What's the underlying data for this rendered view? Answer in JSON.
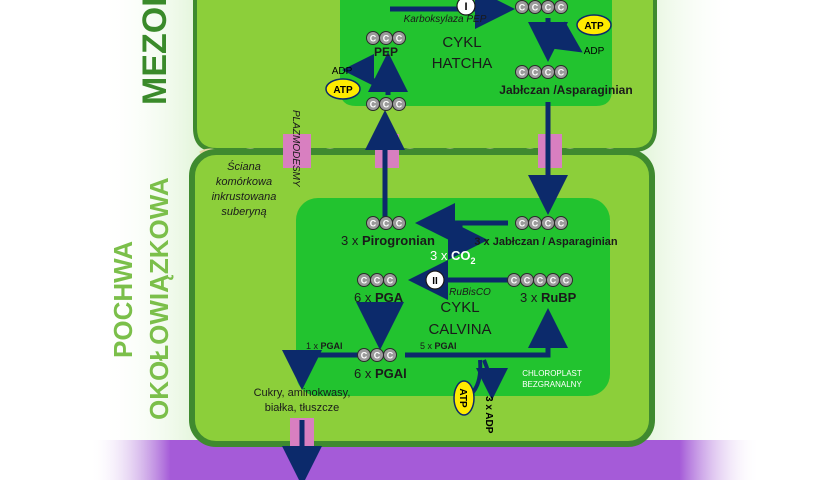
{
  "labels": {
    "mesophyll": "MEZOF",
    "bundle_sheath_1": "POCHWA",
    "bundle_sheath_2": "OKOŁOWIĄZKOWA",
    "plasmodesmata": "PLAZMODESMY",
    "wall_1": "Ściana",
    "wall_2": "komórkowa",
    "wall_3": "inkrustowana",
    "wall_4": "suberyną",
    "hatch_1": "CYKL",
    "hatch_2": "HATCHA",
    "calvin_1": "CYKL",
    "calvin_2": "CALVINA",
    "pep": "PEP",
    "enzyme_pepc": "Karboksylaza PEP",
    "roman_1": "I",
    "roman_2": "II",
    "atp": "ATP",
    "adp": "ADP",
    "malate_top": "Jabłczan /Asparaginian",
    "pyruvate_prefix": "3 x ",
    "pyruvate": "Pirogronian",
    "malate_bottom": "3 x Jabłczan / Asparaginian",
    "co2_prefix": "3 x ",
    "co2": "CO",
    "co2_sub": "2",
    "rubisco": "RuBisCO",
    "pga_prefix": "6 x ",
    "pga": "PGA",
    "rubp_prefix": "3 x ",
    "rubp": "RuBP",
    "pgal_prefix": "6 x ",
    "pgal": "PGAl",
    "pgal_1_prefix": "1 x ",
    "pgal_1": "PGAl",
    "pgal_5_prefix": "5 x ",
    "pgal_5": "PGAl",
    "adp_3": "3 x ADP",
    "chloroplast_1": "CHLOROPLAST",
    "chloroplast_2": "BEZGRANALNY",
    "products_1": "Cukry, aminokwasy,",
    "products_2": "białka, tłuszcze",
    "carbon": "C"
  },
  "colors": {
    "cell": "#8ccf3a",
    "cell_border": "#3f8a2f",
    "chloroplast": "#22c32f",
    "arrow": "#0c2a6b",
    "carbon_fill": "#9b9b9b",
    "atp": "#ffeb00",
    "plasmodesma": "#d87fc0",
    "phloem": "#a55bd8",
    "label_green": "#3a8a2a"
  }
}
